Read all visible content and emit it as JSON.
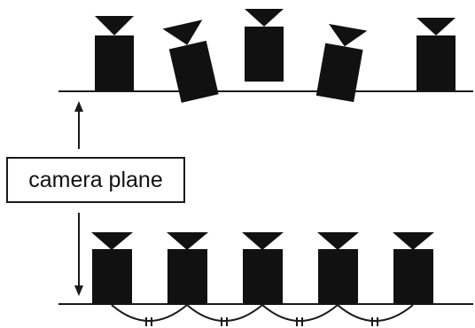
{
  "label": {
    "text": "camera plane"
  },
  "colors": {
    "ink": "#111111",
    "line": "#1a1a1a",
    "background": "#ffffff"
  },
  "top_row": {
    "camera_count": 5,
    "description_icons": "camera-icon"
  },
  "bottom_row": {
    "camera_count": 5,
    "spacing_marks": [
      "=",
      "=",
      "=",
      "="
    ]
  }
}
